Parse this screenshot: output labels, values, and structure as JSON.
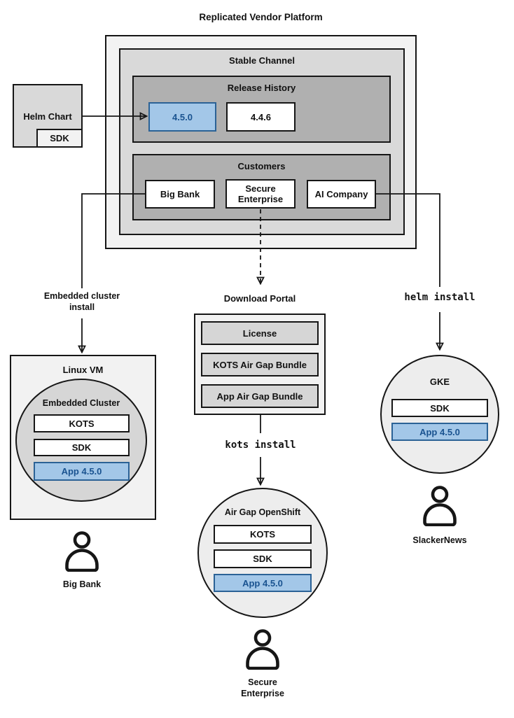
{
  "title": "Replicated Vendor Platform",
  "accent": {
    "highlight_fill": "#a3c7e8",
    "highlight_border": "#2b6296",
    "highlight_text": "#1a5390"
  },
  "platform": {
    "stable_channel_label": "Stable Channel",
    "release_history": {
      "label": "Release History",
      "releases": [
        "4.5.0",
        "4.4.6"
      ]
    },
    "customers": {
      "label": "Customers",
      "items": [
        "Big Bank",
        "Secure Enterprise",
        "AI Company"
      ]
    }
  },
  "helm_chart": {
    "label": "Helm Chart",
    "sdk": "SDK"
  },
  "edges": {
    "embedded_install": "Embedded cluster install",
    "kots_install": "kots install",
    "helm_install": "helm install"
  },
  "download_portal": {
    "label": "Download Portal",
    "items": [
      "License",
      "KOTS Air Gap Bundle",
      "App Air Gap Bundle"
    ]
  },
  "linux_vm": {
    "label": "Linux VM",
    "cluster_label": "Embedded Cluster",
    "stack": [
      "KOTS",
      "SDK"
    ],
    "app": "App 4.5.0",
    "user": "Big Bank"
  },
  "openshift": {
    "label": "Air Gap OpenShift",
    "stack": [
      "KOTS",
      "SDK"
    ],
    "app": "App 4.5.0",
    "user": "Secure Enterprise"
  },
  "gke": {
    "label": "GKE",
    "stack": [
      "SDK"
    ],
    "app": "App 4.5.0",
    "user": "SlackerNews"
  }
}
